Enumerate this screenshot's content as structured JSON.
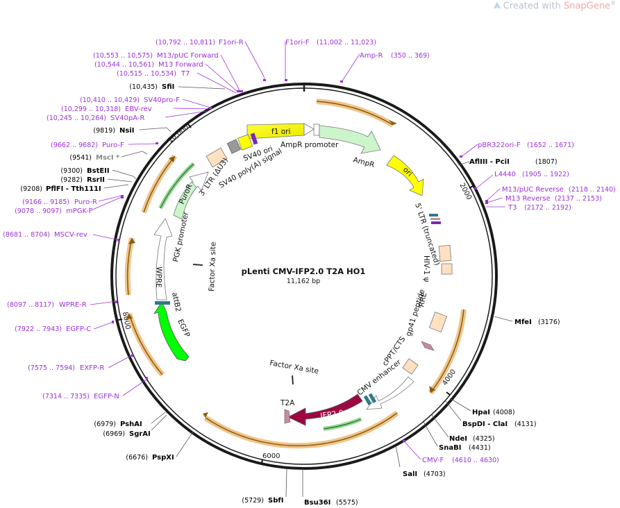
{
  "watermark": {
    "prefix": "Created with",
    "brand": "SnapGene",
    "reg": "®"
  },
  "plasmid": {
    "name": "pLenti CMV-IFP2.0 T2A HO1",
    "length_label": "11,162 bp"
  },
  "ticks": [
    "2000",
    "4000",
    "6000",
    "8000",
    "10,000"
  ],
  "primers_left": [
    {
      "range": "(10,792 .. 10,811)",
      "name": "F1ori-R"
    },
    {
      "range": "(10,553 .. 10,575)",
      "name": "M13/pUC Forward"
    },
    {
      "range": "(10,544 .. 10,561)",
      "name": "M13 Forward"
    },
    {
      "range": "(10,515 .. 10,534)",
      "name": "T7"
    },
    {
      "range": "(10,410 .. 10,429)",
      "name": "SV40pro-F"
    },
    {
      "range": "(10,299 .. 10,318)",
      "name": "EBV-rev"
    },
    {
      "range": "(10,245 .. 10,264)",
      "name": "SV40pA-R"
    },
    {
      "range": "(9662 .. 9682)",
      "name": "Puro-F"
    },
    {
      "range": "(9166 .. 9185)",
      "name": "Puro-R"
    },
    {
      "range": "(9078 .. 9097)",
      "name": "mPGK-F"
    },
    {
      "range": "(8681 .. 8704)",
      "name": "MSCV-rev"
    },
    {
      "range": "(8097 .. 8117)",
      "name": "WPRE-R"
    },
    {
      "range": "(7922 .. 7943)",
      "name": "EGFP-C"
    },
    {
      "range": "(7575 .. 7594)",
      "name": "EXFP-R"
    },
    {
      "range": "(7314 .. 7335)",
      "name": "EGFP-N"
    }
  ],
  "primers_top": [
    {
      "name": "F1ori-F",
      "range": "(11,002 .. 11,023)"
    },
    {
      "name": "Amp-R",
      "range": "(350 .. 369)"
    }
  ],
  "primers_right": [
    {
      "name": "pBR322ori-F",
      "range": "(1652 .. 1671)"
    },
    {
      "name": "L4440",
      "range": "(1905 .. 1922)"
    },
    {
      "name": "M13/pUC Reverse",
      "range": "(2118 .. 2140)"
    },
    {
      "name": "M13 Reverse",
      "range": "(2137 .. 2153)"
    },
    {
      "name": "T3",
      "range": "(2172 .. 2192)"
    },
    {
      "name": "CMV-F",
      "range": "(4610 .. 4630)"
    }
  ],
  "enzymes_left": [
    {
      "pos": "(10,435)",
      "name": "SfiI"
    },
    {
      "pos": "(9819)",
      "name": "NsiI"
    },
    {
      "pos": "(9541)",
      "name": "MscI *",
      "grey": true
    },
    {
      "pos": "(9300)",
      "name": "BstEII"
    },
    {
      "pos": "(9282)",
      "name": "RsrII"
    },
    {
      "pos": "(9208)",
      "name": "PflFI - Tth111I"
    },
    {
      "pos": "(6979)",
      "name": "PshAI"
    },
    {
      "pos": "(6969)",
      "name": "SgrAI"
    },
    {
      "pos": "(6676)",
      "name": "PspXI"
    },
    {
      "pos": "(5729)",
      "name": "SbfI"
    }
  ],
  "enzymes_right": [
    {
      "name": "AflIII - PciI",
      "pos": "(1807)"
    },
    {
      "name": "MfeI",
      "pos": "(3176)"
    },
    {
      "name": "HpaI",
      "pos": "(4008)"
    },
    {
      "name": "BspDI - ClaI",
      "pos": "(4131)"
    },
    {
      "name": "NdeI",
      "pos": "(4325)"
    },
    {
      "name": "SnaBI",
      "pos": "(4431)"
    },
    {
      "name": "SalI",
      "pos": "(4703)"
    },
    {
      "name": "Bsu36I",
      "pos": "(5575)"
    }
  ],
  "features": {
    "f1_ori": "f1 ori",
    "ampr_promoter": "AmpR promoter",
    "ampr": "AmpR",
    "ori": "ori",
    "ltr5": "5' LTR (truncated)",
    "hiv_psi": "HIV-1 ψ",
    "rre": "RRE",
    "gp41": "gp41 peptide",
    "cppt": "cPPT/CTS",
    "cmv_enhancer": "CMV enhancer",
    "ifp": "IFP2.0",
    "t2a": "T2A",
    "factor_xa_1": "Factor Xa site",
    "factor_xa_2": "Factor Xa site",
    "egfp": "EGFP",
    "attb2": "attB2",
    "wpre": "WPRE",
    "pgk_promoter": "PGK promoter",
    "puror": "PuroR",
    "ltr3": "3' LTR (ΔU3)",
    "sv40_polya": "SV40 poly(A) signal",
    "sv40_ori": "SV40 ori"
  },
  "colors": {
    "backbone": "#1a1a1a",
    "primer": "#9b30d9",
    "orf_orange": "#f0c48a",
    "orf_dark": "#8a5a10",
    "yellow": "#ffff00",
    "green_light": "#ccf5cc",
    "green_bright": "#00ff00",
    "ifp": "#9e0742",
    "peach": "#ffe0c0",
    "pink": "#c98aa0",
    "teal": "#2d7a8a"
  }
}
